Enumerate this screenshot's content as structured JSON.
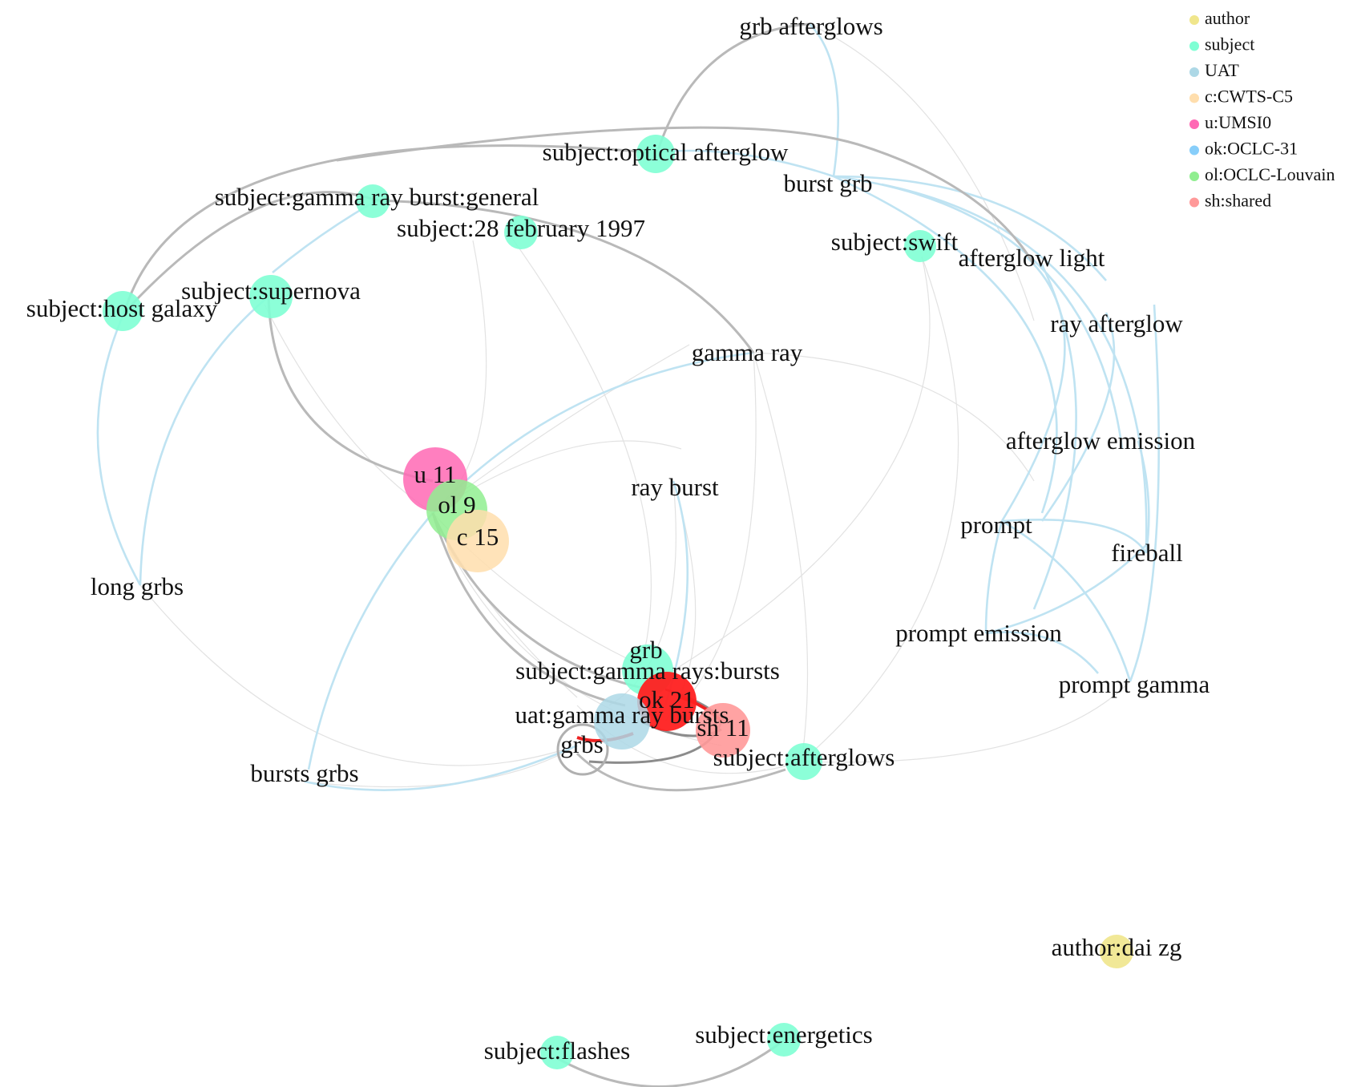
{
  "legend": [
    {
      "label": "author",
      "color": "#f0e68c"
    },
    {
      "label": "subject",
      "color": "#7fffd4"
    },
    {
      "label": "UAT",
      "color": "#add8e6"
    },
    {
      "label": "c:CWTS-C5",
      "color": "#ffdead"
    },
    {
      "label": "u:UMSI0",
      "color": "#ff69b4"
    },
    {
      "label": "ok:OCLC-31",
      "color": "#87cefa"
    },
    {
      "label": "ol:OCLC-Louvain",
      "color": "#90ee90"
    },
    {
      "label": "sh:shared",
      "color": "#ff9999"
    }
  ],
  "nodes": [
    {
      "id": "n_grb_afterglows",
      "label": "grb afterglows",
      "group": "term"
    },
    {
      "id": "n_optical_afterglow",
      "label": "subject:optical afterglow",
      "group": "subject"
    },
    {
      "id": "n_burst_grb",
      "label": "burst grb",
      "group": "term"
    },
    {
      "id": "n_grb_general",
      "label": "subject:gamma ray burst:general",
      "group": "subject"
    },
    {
      "id": "n_28feb",
      "label": "subject:28 february 1997",
      "group": "subject"
    },
    {
      "id": "n_swift",
      "label": "subject:swift",
      "group": "subject"
    },
    {
      "id": "n_afterglow_light",
      "label": "afterglow light",
      "group": "term"
    },
    {
      "id": "n_supernova",
      "label": "subject:supernova",
      "group": "subject"
    },
    {
      "id": "n_host_galaxy",
      "label": "subject:host galaxy",
      "group": "subject"
    },
    {
      "id": "n_ray_afterglow",
      "label": "ray afterglow",
      "group": "term"
    },
    {
      "id": "n_gamma_ray",
      "label": "gamma ray",
      "group": "term"
    },
    {
      "id": "n_afterglow_emission",
      "label": "afterglow emission",
      "group": "term"
    },
    {
      "id": "n_u",
      "label": "u 11",
      "group": "u"
    },
    {
      "id": "n_ray_burst",
      "label": "ray burst",
      "group": "term"
    },
    {
      "id": "n_ol",
      "label": "ol 9",
      "group": "ol"
    },
    {
      "id": "n_prompt",
      "label": "prompt",
      "group": "term"
    },
    {
      "id": "n_c",
      "label": "c 15",
      "group": "c"
    },
    {
      "id": "n_fireball",
      "label": "fireball",
      "group": "term"
    },
    {
      "id": "n_long_grbs",
      "label": "long grbs",
      "group": "term"
    },
    {
      "id": "n_prompt_emission",
      "label": "prompt emission",
      "group": "term"
    },
    {
      "id": "n_grb",
      "label": "grb",
      "group": "term"
    },
    {
      "id": "n_gamma_rays_bursts",
      "label": "subject:gamma rays:bursts",
      "group": "subject"
    },
    {
      "id": "n_prompt_gamma",
      "label": "prompt gamma",
      "group": "term"
    },
    {
      "id": "n_ok",
      "label": "ok 21",
      "group": "ok"
    },
    {
      "id": "n_uat",
      "label": "uat:gamma ray bursts",
      "group": "uat"
    },
    {
      "id": "n_sh",
      "label": "sh 11",
      "group": "sh"
    },
    {
      "id": "n_grbs",
      "label": "grbs",
      "group": "term"
    },
    {
      "id": "n_afterglows",
      "label": "subject:afterglows",
      "group": "subject"
    },
    {
      "id": "n_bursts_grbs",
      "label": "bursts grbs",
      "group": "term"
    },
    {
      "id": "n_dai",
      "label": "author:dai zg",
      "group": "author"
    },
    {
      "id": "n_energetics",
      "label": "subject:energetics",
      "group": "subject"
    },
    {
      "id": "n_flashes",
      "label": "subject:flashes",
      "group": "subject"
    }
  ]
}
